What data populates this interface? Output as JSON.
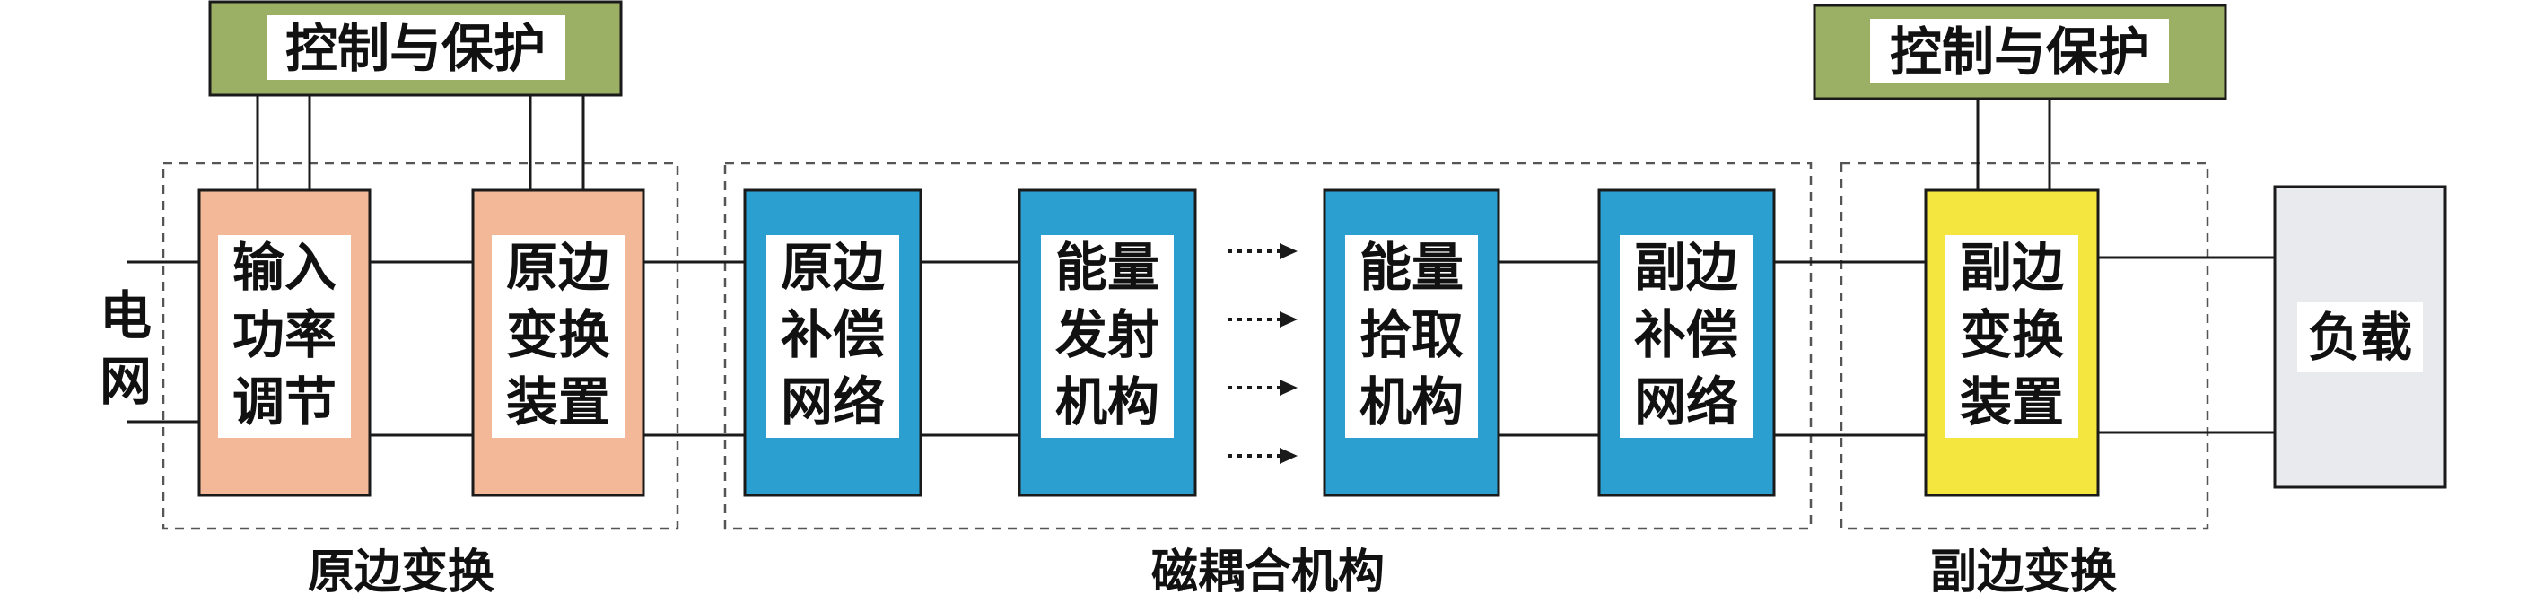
{
  "control": {
    "left_label": "控制与保护",
    "right_label": "控制与保护"
  },
  "grid_label": [
    "电",
    "网"
  ],
  "blocks": {
    "input_regulation": [
      "输入",
      "功率",
      "调节"
    ],
    "primary_converter": [
      "原边",
      "变换",
      "装置"
    ],
    "primary_compensation": [
      "原边",
      "补偿",
      "网络"
    ],
    "energy_transmitter": [
      "能量",
      "发射",
      "机构"
    ],
    "energy_pickup": [
      "能量",
      "拾取",
      "机构"
    ],
    "secondary_compensation": [
      "副边",
      "补偿",
      "网络"
    ],
    "secondary_converter": [
      "副边",
      "变换",
      "装置"
    ],
    "load": "负载"
  },
  "groups": {
    "primary": "原边变换",
    "magnetic": "磁耦合机构",
    "secondary": "副边变换"
  },
  "colors": {
    "control": "#9bb065",
    "primary_blocks": "#f2b898",
    "coupling_blocks": "#2b9fd0",
    "secondary_block": "#f4e53f",
    "load_block": "#e8eaee"
  }
}
